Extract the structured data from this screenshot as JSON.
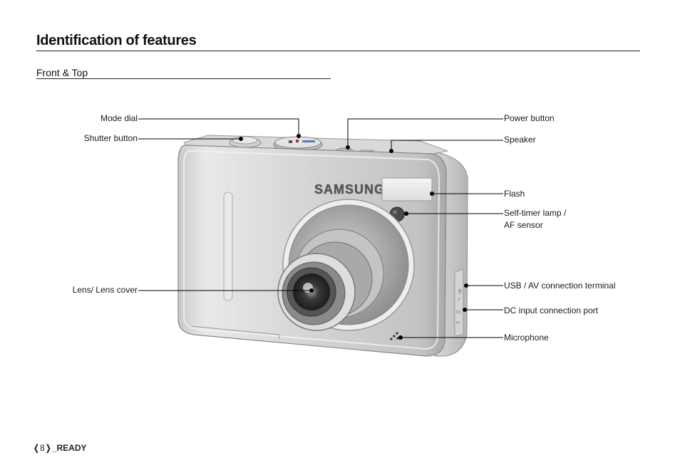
{
  "page": {
    "title": "Identification of features",
    "section_title": "Front & Top"
  },
  "callouts_left": {
    "mode_dial": "Mode dial",
    "shutter_button": "Shutter button",
    "lens_cover": "Lens/ Lens cover"
  },
  "callouts_right": {
    "power_button": "Power button",
    "speaker": "Speaker",
    "flash": "Flash",
    "self_timer_line1": "Self-timer lamp /",
    "self_timer_line2": "AF sensor",
    "usb_av": "USB / AV connection terminal",
    "dc_input": "DC input connection port",
    "microphone": "Microphone"
  },
  "camera": {
    "brand": "SAMSUNG"
  },
  "footer": {
    "page_number": "8",
    "section": "_READY"
  }
}
